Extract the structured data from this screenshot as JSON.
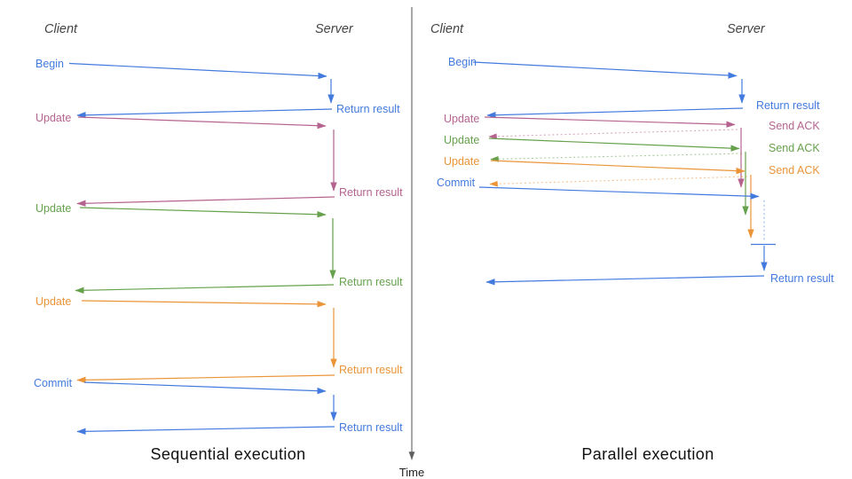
{
  "colors": {
    "blue": "#437ade",
    "pink": "#b5638f",
    "green": "#66a14c",
    "orange": "#eb9438",
    "axis": "#5f5f5f",
    "header": "#444444",
    "title": "#111111"
  },
  "time_axis": {
    "label": "Time"
  },
  "panels": [
    {
      "id": "sequential",
      "title": "Sequential execution",
      "client_label": "Client",
      "server_label": "Server",
      "messages": [
        {
          "label": "Begin",
          "color": "blue",
          "response_label": "Return result"
        },
        {
          "label": "Update",
          "color": "pink",
          "response_label": "Return result"
        },
        {
          "label": "Update",
          "color": "green",
          "response_label": "Return result"
        },
        {
          "label": "Update",
          "color": "orange",
          "response_label": "Return result"
        },
        {
          "label": "Commit",
          "color": "blue",
          "response_label": "Return result"
        }
      ]
    },
    {
      "id": "parallel",
      "title": "Parallel execution",
      "client_label": "Client",
      "server_label": "Server",
      "messages": [
        {
          "label": "Begin",
          "color": "blue",
          "response_label": "Return result"
        },
        {
          "label": "Update",
          "color": "pink",
          "response_label": "Send ACK"
        },
        {
          "label": "Update",
          "color": "green",
          "response_label": "Send ACK"
        },
        {
          "label": "Update",
          "color": "orange",
          "response_label": "Send ACK"
        },
        {
          "label": "Commit",
          "color": "blue",
          "response_label": "Return result"
        }
      ]
    }
  ]
}
